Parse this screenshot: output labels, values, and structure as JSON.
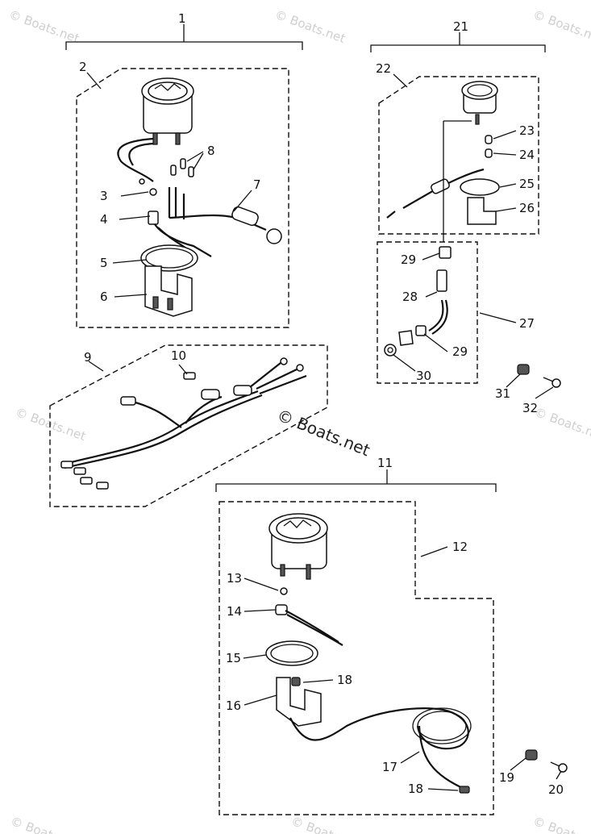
{
  "watermark": "© Boats.net",
  "callouts": {
    "c1": "1",
    "c2": "2",
    "c3": "3",
    "c4": "4",
    "c5": "5",
    "c6": "6",
    "c7": "7",
    "c8": "8",
    "c9": "9",
    "c10": "10",
    "c11": "11",
    "c12": "12",
    "c13": "13",
    "c14": "14",
    "c15": "15",
    "c16": "16",
    "c17": "17",
    "c18a": "18",
    "c18b": "18",
    "c19": "19",
    "c20": "20",
    "c21": "21",
    "c22": "22",
    "c23": "23",
    "c24": "24",
    "c25": "25",
    "c26": "26",
    "c27": "27",
    "c28": "28",
    "c29a": "29",
    "c29b": "29",
    "c30": "30",
    "c31": "31",
    "c32": "32"
  }
}
